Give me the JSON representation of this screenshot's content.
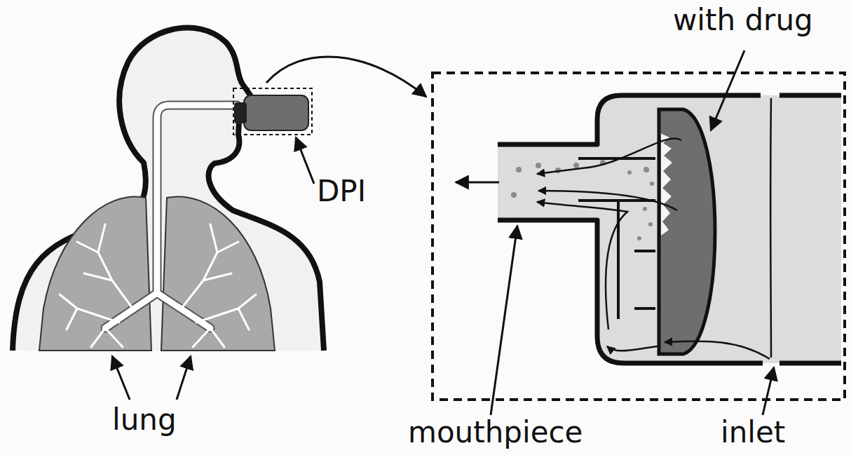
{
  "diagram": {
    "labels": [
      "with drug",
      "DPI",
      "lung",
      "mouthpiece",
      "inlet"
    ]
  }
}
